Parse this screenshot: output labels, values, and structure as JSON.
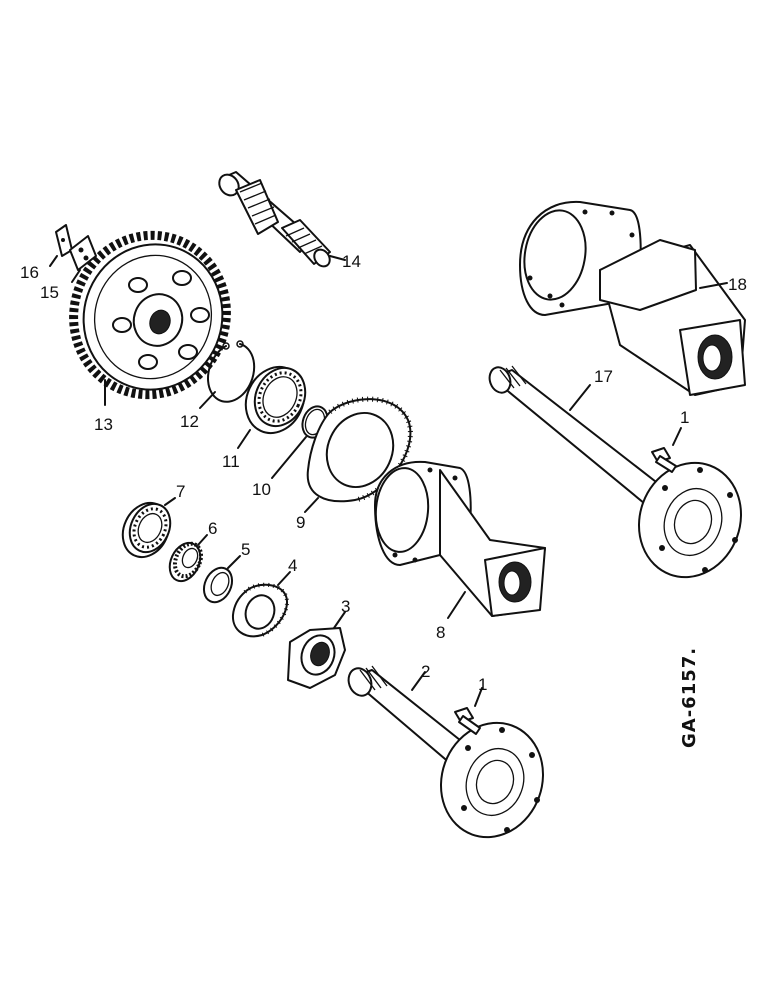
{
  "drawing_code": "GA-6157.",
  "parts": [
    {
      "number": "1",
      "name": "bolt-upper"
    },
    {
      "number": "1",
      "name": "bolt-lower"
    },
    {
      "number": "2",
      "name": "axle-shaft-short"
    },
    {
      "number": "3",
      "name": "bearing-cover"
    },
    {
      "number": "4",
      "name": "gasket-small"
    },
    {
      "number": "5",
      "name": "seal-ring"
    },
    {
      "number": "6",
      "name": "tapered-bearing"
    },
    {
      "number": "7",
      "name": "ball-bearing-small"
    },
    {
      "number": "8",
      "name": "housing-short"
    },
    {
      "number": "9",
      "name": "gasket-large"
    },
    {
      "number": "10",
      "name": "o-ring"
    },
    {
      "number": "11",
      "name": "ball-bearing"
    },
    {
      "number": "12",
      "name": "snap-ring"
    },
    {
      "number": "13",
      "name": "bull-gear"
    },
    {
      "number": "14",
      "name": "pinion-shaft"
    },
    {
      "number": "15",
      "name": "lock-plate"
    },
    {
      "number": "16",
      "name": "lock-tab"
    },
    {
      "number": "17",
      "name": "axle-shaft-long"
    },
    {
      "number": "18",
      "name": "housing-long"
    }
  ]
}
